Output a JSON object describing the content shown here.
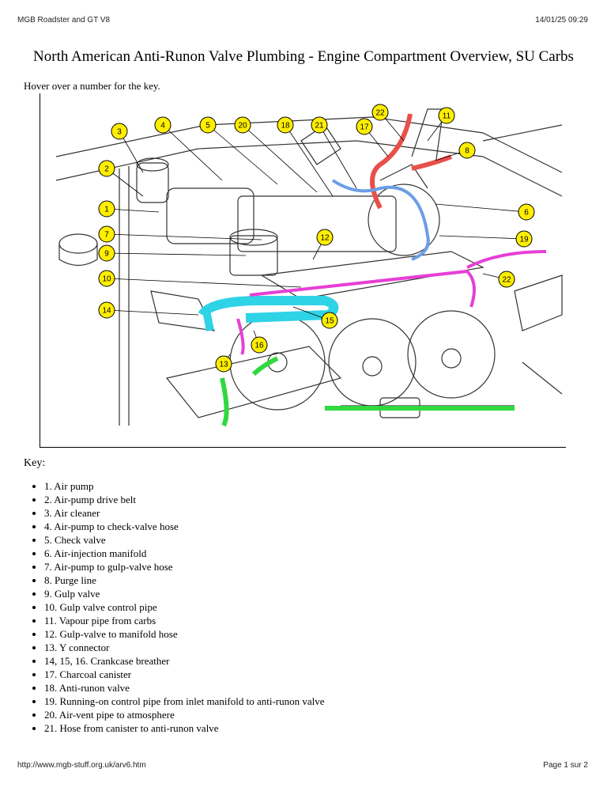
{
  "header": {
    "title": "MGB Roadster and GT V8",
    "timestamp": "14/01/25 09:29"
  },
  "page_title": "North American Anti-Runon Valve Plumbing - Engine Compartment Overview, SU Carbs",
  "hover_note": "Hover over a number for the key.",
  "diagram": {
    "colors": {
      "callout_fill": "#ffee00",
      "hose_red": "#e8504a",
      "hose_blue": "#6b9ee6",
      "hose_cyan": "#2fd3e6",
      "hose_magenta": "#e63fd6",
      "hose_green": "#2fd93f"
    },
    "callouts": [
      {
        "id": "3",
        "label": "3"
      },
      {
        "id": "4",
        "label": "4"
      },
      {
        "id": "5",
        "label": "5"
      },
      {
        "id": "20",
        "label": "20"
      },
      {
        "id": "18",
        "label": "18"
      },
      {
        "id": "21",
        "label": "21"
      },
      {
        "id": "17",
        "label": "17"
      },
      {
        "id": "22a",
        "label": "22"
      },
      {
        "id": "11",
        "label": "11"
      },
      {
        "id": "8",
        "label": "8"
      },
      {
        "id": "2",
        "label": "2"
      },
      {
        "id": "1",
        "label": "1"
      },
      {
        "id": "6",
        "label": "6"
      },
      {
        "id": "7",
        "label": "7"
      },
      {
        "id": "12",
        "label": "12"
      },
      {
        "id": "19",
        "label": "19"
      },
      {
        "id": "9",
        "label": "9"
      },
      {
        "id": "10",
        "label": "10"
      },
      {
        "id": "22b",
        "label": "22"
      },
      {
        "id": "14",
        "label": "14"
      },
      {
        "id": "15",
        "label": "15"
      },
      {
        "id": "16",
        "label": "16"
      },
      {
        "id": "13",
        "label": "13"
      }
    ]
  },
  "key": {
    "heading": "Key:",
    "items": [
      "1. Air pump",
      "2. Air-pump drive belt",
      "3. Air cleaner",
      "4. Air-pump to check-valve hose",
      "5. Check valve",
      "6. Air-injection manifold",
      "7. Air-pump to gulp-valve hose",
      "8. Purge line",
      "9. Gulp valve",
      "10. Gulp valve control pipe",
      "11. Vapour pipe from carbs",
      "12. Gulp-valve to manifold hose",
      "13. Y connector",
      "14, 15, 16. Crankcase breather",
      "17. Charcoal canister",
      "18. Anti-runon valve",
      "19. Running-on control pipe from inlet manifold to anti-runon valve",
      "20. Air-vent pipe to atmosphere",
      "21. Hose from canister to anti-runon valve"
    ]
  },
  "footer": {
    "url": "http://www.mgb-stuff.org.uk/arv6.htm",
    "page": "Page 1 sur 2"
  }
}
